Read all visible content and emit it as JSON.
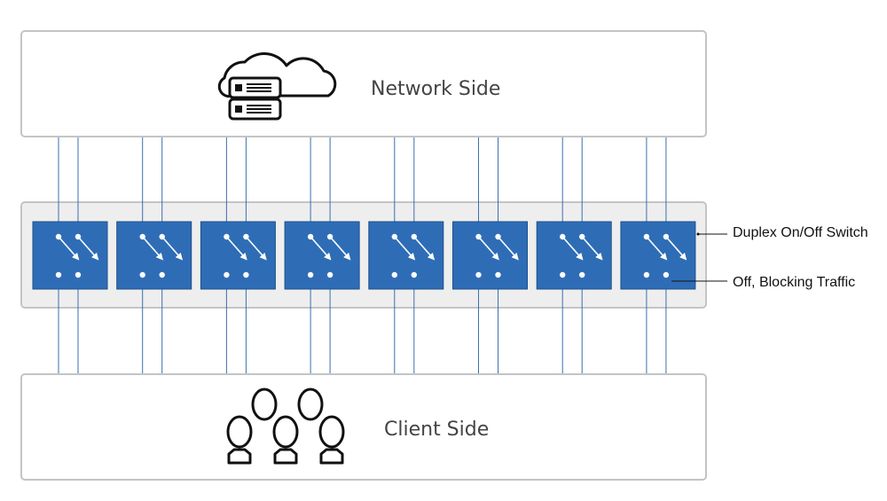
{
  "network": {
    "label": "Network Side",
    "icon": "cloud-server-icon"
  },
  "client": {
    "label": "Client Side",
    "icon": "people-group-icon"
  },
  "switches": [
    {
      "id": 1,
      "state": "open"
    },
    {
      "id": 2,
      "state": "open"
    },
    {
      "id": 3,
      "state": "open"
    },
    {
      "id": 4,
      "state": "open"
    },
    {
      "id": 5,
      "state": "open"
    },
    {
      "id": 6,
      "state": "open"
    },
    {
      "id": 7,
      "state": "open"
    },
    {
      "id": 8,
      "state": "open"
    }
  ],
  "callouts": {
    "duplex": "Duplex On/Off Switch",
    "blocking": "Off, Blocking Traffic"
  },
  "colors": {
    "switch_fill": "#2e6db6",
    "switch_border": "#1d4f8c",
    "wire": "#3a6fb0",
    "panel_border": "#c4c4c4",
    "switch_panel_bg": "#eeeeee"
  }
}
